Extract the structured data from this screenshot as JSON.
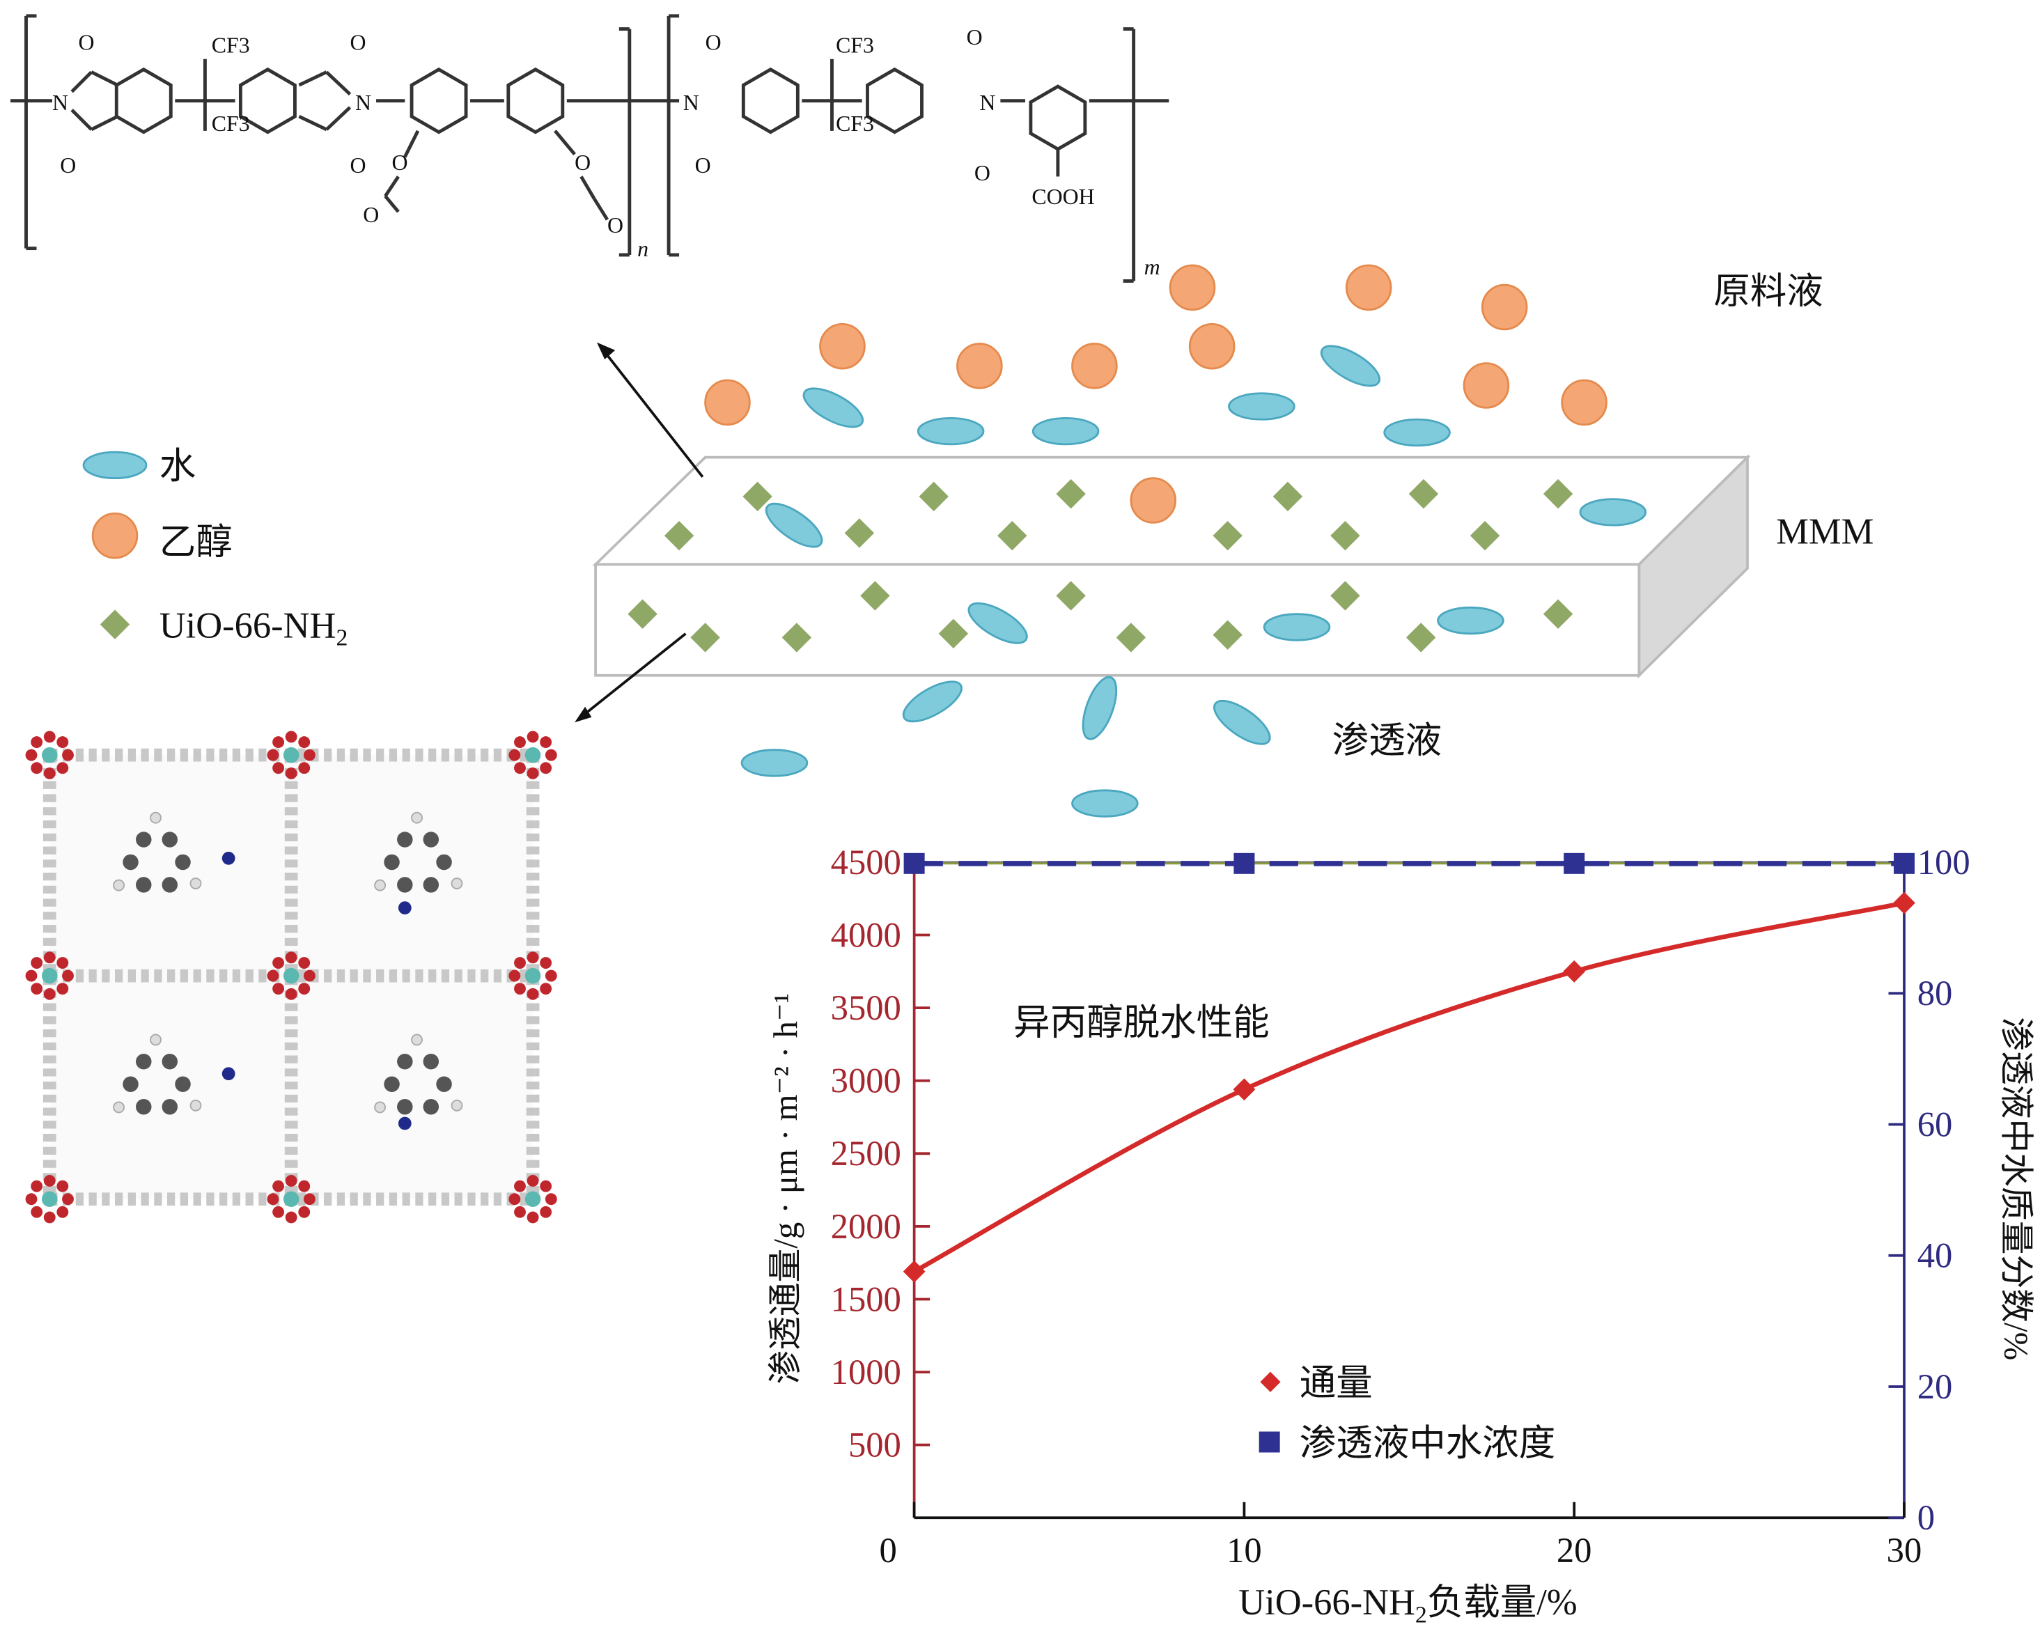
{
  "structure": {
    "labels": {
      "cf3": "CF3",
      "n": "N",
      "o": "O",
      "cooh": "COOH",
      "sub_n": "n",
      "sub_m": "m"
    }
  },
  "diagram": {
    "feed_label": "原料液",
    "membrane_label": "MMM",
    "permeate_label": "渗透液",
    "legend": [
      {
        "icon": "water-ellipse",
        "label": "水",
        "color": "#7fcbdc"
      },
      {
        "icon": "ethanol-circle",
        "label": "乙醇",
        "color": "#f4a774"
      },
      {
        "icon": "uio-diamond",
        "label": "UiO-66-NH",
        "sub": "2",
        "color": "#8fa866"
      }
    ]
  },
  "chart_data": {
    "type": "line",
    "title": "异丙醇脱水性能",
    "xlabel": "UiO-66-NH",
    "xlabel_sub": "2",
    "xlabel_tail": "负载量/%",
    "ylabel_left": "渗透通量/g · μm · m⁻² · h⁻¹",
    "ylabel_right": "渗透液中水质量分数/%",
    "x": [
      0,
      10,
      20,
      30
    ],
    "xlim": [
      0,
      30
    ],
    "xticks": [
      "0",
      "10",
      "20",
      "30"
    ],
    "ylim_left": [
      0,
      4500
    ],
    "yticks_left": [
      "500",
      "1000",
      "1500",
      "2000",
      "2500",
      "3000",
      "3500",
      "4000",
      "4500"
    ],
    "ylim_right": [
      0,
      100
    ],
    "yticks_right": [
      "0",
      "20",
      "40",
      "60",
      "80",
      "100"
    ],
    "series": [
      {
        "name": "通量",
        "axis": "left",
        "marker": "diamond",
        "color": "#d42a2a",
        "values": [
          1690,
          2940,
          3750,
          4220
        ]
      },
      {
        "name": "渗透液中水浓度",
        "axis": "right",
        "marker": "square",
        "color": "#2e3192",
        "values": [
          99.8,
          99.8,
          99.8,
          99.8
        ]
      }
    ],
    "legend_position": "bottom-center",
    "left_axis_color": "#a5262e",
    "right_axis_color": "#2e2a80"
  }
}
